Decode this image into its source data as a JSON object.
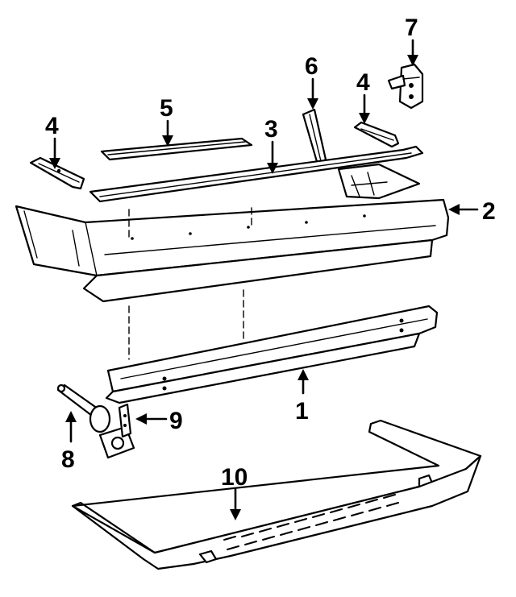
{
  "callouts": [
    {
      "id": "1",
      "label": "1"
    },
    {
      "id": "2",
      "label": "2"
    },
    {
      "id": "3",
      "label": "3"
    },
    {
      "id": "4a",
      "label": "4"
    },
    {
      "id": "4b",
      "label": "4"
    },
    {
      "id": "5",
      "label": "5"
    },
    {
      "id": "6",
      "label": "6"
    },
    {
      "id": "7",
      "label": "7"
    },
    {
      "id": "8",
      "label": "8"
    },
    {
      "id": "9",
      "label": "9"
    },
    {
      "id": "10",
      "label": "10"
    }
  ],
  "colors": {
    "line": "#000000",
    "background": "#ffffff"
  }
}
